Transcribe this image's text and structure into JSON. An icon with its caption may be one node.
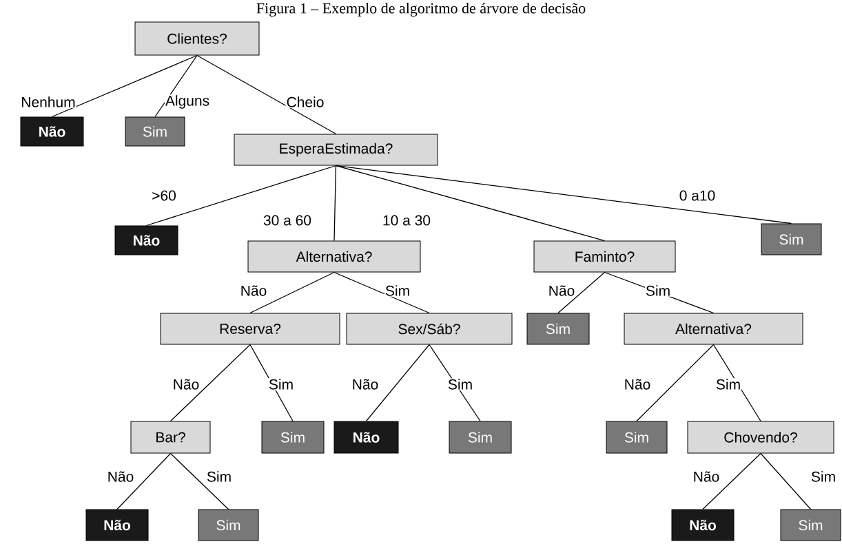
{
  "diagram": {
    "title": "Figura 1 – Exemplo de algoritmo de árvore de decisão",
    "nodes": [
      {
        "text": [
          "Clientes?"
        ]
      },
      {
        "text": [
          "Não"
        ]
      },
      {
        "text": [
          "Sim"
        ]
      },
      {
        "text": [
          "EsperaEstimada?"
        ]
      },
      {
        "text": [
          "Não"
        ]
      },
      {
        "text": [
          "Alternativa?"
        ]
      },
      {
        "text": [
          "Faminto?"
        ]
      },
      {
        "text": [
          "Sim"
        ]
      },
      {
        "text": [
          "Reserva?"
        ]
      },
      {
        "text": [
          "Sex/Sáb?"
        ]
      },
      {
        "text": [
          "Sim"
        ]
      },
      {
        "text": [
          "Alternativa?"
        ]
      },
      {
        "text": [
          "Bar?"
        ]
      },
      {
        "text": [
          "Sim"
        ]
      },
      {
        "text": [
          "Não"
        ]
      },
      {
        "text": [
          "Sim"
        ]
      },
      {
        "text": [
          "Sim"
        ]
      },
      {
        "text": [
          "Chovendo?"
        ]
      },
      {
        "text": [
          "Não"
        ]
      },
      {
        "text": [
          "Sim"
        ]
      },
      {
        "text": [
          "Não"
        ]
      },
      {
        "text": [
          "Sim"
        ]
      }
    ],
    "edges": [
      {
        "from": 0,
        "to": 1,
        "arrow": "none",
        "label": "Nenhum"
      },
      {
        "from": 0,
        "to": 2,
        "arrow": "none",
        "label": "Alguns"
      },
      {
        "from": 0,
        "to": 3,
        "arrow": "none",
        "label": "Cheio"
      },
      {
        "from": 3,
        "to": 4,
        "arrow": "none",
        "label": ">60"
      },
      {
        "from": 3,
        "to": 5,
        "arrow": "none",
        "label": "30 a 60"
      },
      {
        "from": 3,
        "to": 6,
        "arrow": "none",
        "label": "10 a 30"
      },
      {
        "from": 3,
        "to": 7,
        "arrow": "none",
        "label": "0 a10"
      },
      {
        "from": 5,
        "to": 8,
        "arrow": "none",
        "label": "Não"
      },
      {
        "from": 5,
        "to": 9,
        "arrow": "none",
        "label": "Sim"
      },
      {
        "from": 6,
        "to": 10,
        "arrow": "none",
        "label": "Não"
      },
      {
        "from": 6,
        "to": 11,
        "arrow": "none",
        "label": "Sim"
      },
      {
        "from": 8,
        "to": 12,
        "arrow": "none",
        "label": "Não"
      },
      {
        "from": 8,
        "to": 13,
        "arrow": "none",
        "label": "Sim"
      },
      {
        "from": 9,
        "to": 14,
        "arrow": "none",
        "label": "Não"
      },
      {
        "from": 9,
        "to": 15,
        "arrow": "none",
        "label": "Sim"
      },
      {
        "from": 11,
        "to": 16,
        "arrow": "none",
        "label": "Não"
      },
      {
        "from": 11,
        "to": 17,
        "arrow": "none",
        "label": "Sim"
      },
      {
        "from": 12,
        "to": 18,
        "arrow": "none",
        "label": "Não"
      },
      {
        "from": 12,
        "to": 19,
        "arrow": "none",
        "label": "Sim"
      },
      {
        "from": 17,
        "to": 20,
        "arrow": "none",
        "label": "Não"
      },
      {
        "from": 17,
        "to": 21,
        "arrow": "none",
        "label": "Sim"
      }
    ]
  }
}
